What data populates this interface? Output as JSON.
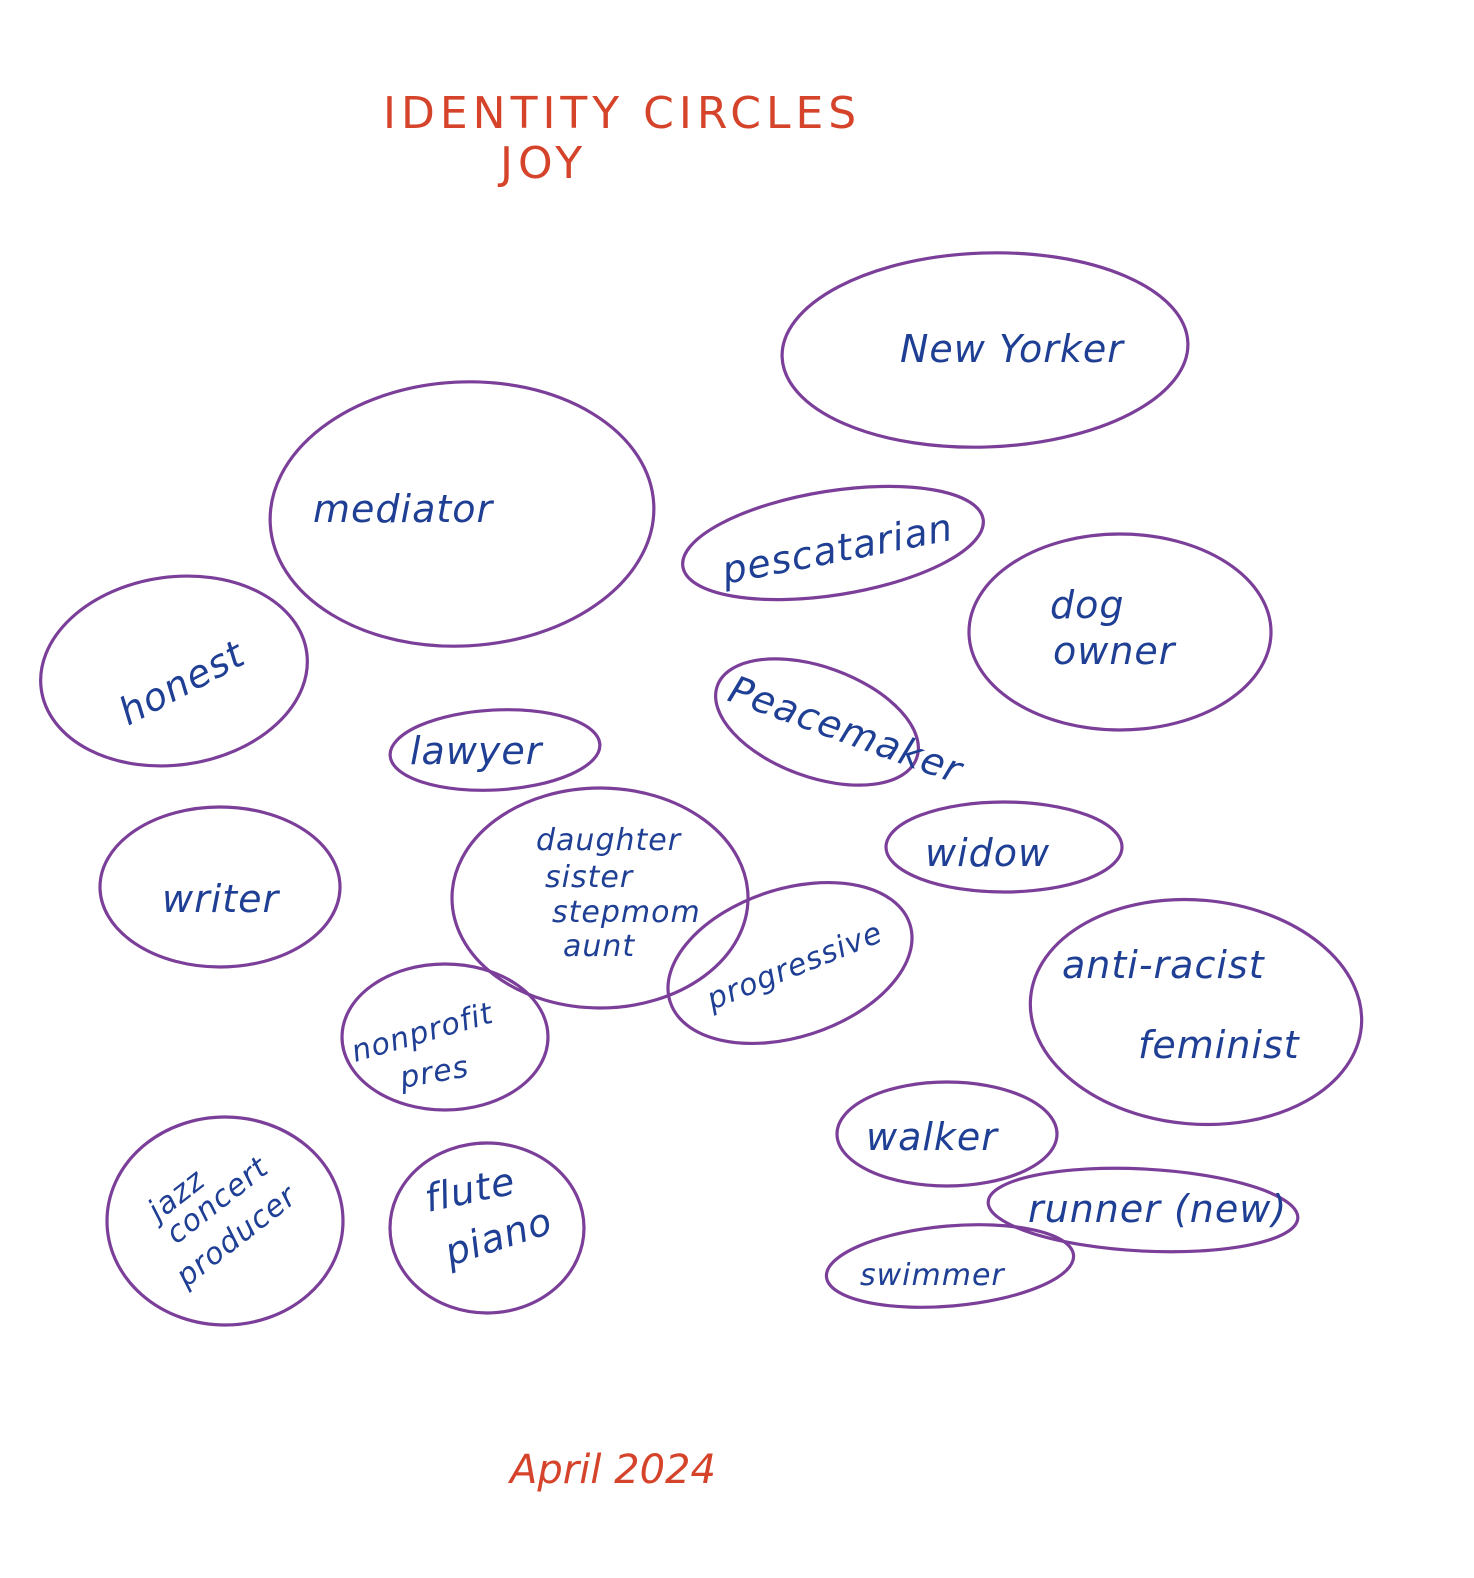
{
  "title": "IDENTITY CIRCLES",
  "subtitle": "JOY",
  "date": "April 2024",
  "colors": {
    "title_ink": "#d4432a",
    "circle_ink": "#7b3f9a",
    "label_ink": "#1f3f94"
  },
  "circles": {
    "new_yorker": {
      "label": "New Yorker"
    },
    "mediator": {
      "label": "mediator"
    },
    "pescatarian": {
      "label": "pescatarian"
    },
    "dog_owner": {
      "line1": "dog",
      "line2": "owner"
    },
    "honest": {
      "label": "honest"
    },
    "peacemaker": {
      "label": "Peacemaker"
    },
    "lawyer": {
      "label": "lawyer"
    },
    "family": {
      "line1": "daughter",
      "line2": "sister",
      "line3": "stepmom",
      "line4": "aunt"
    },
    "widow": {
      "label": "widow"
    },
    "writer": {
      "label": "writer"
    },
    "progressive": {
      "label": "progressive"
    },
    "anti_racist": {
      "line1": "anti-racist",
      "line2": "feminist"
    },
    "nonprofit": {
      "line1": "nonprofit",
      "line2": "pres"
    },
    "walker": {
      "label": "walker"
    },
    "jazz": {
      "line1": "jazz",
      "line2": "concert",
      "line3": "producer"
    },
    "flute": {
      "line1": "flute",
      "line2": "piano"
    },
    "runner": {
      "label": "runner (new)"
    },
    "swimmer": {
      "label": "swimmer"
    }
  }
}
